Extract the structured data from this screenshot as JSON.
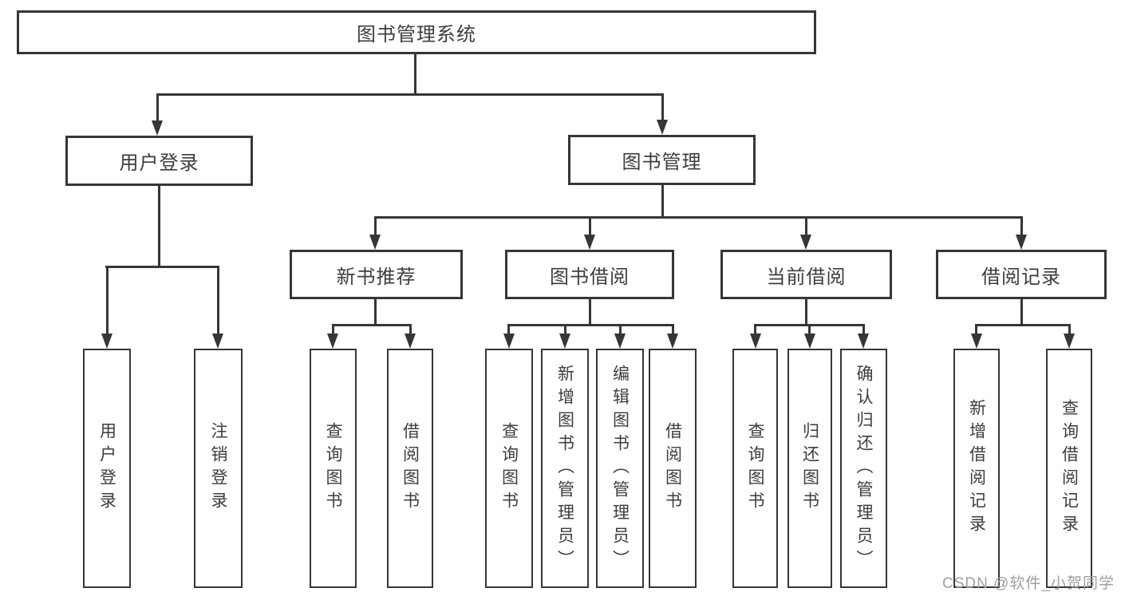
{
  "colors": {
    "line": "#363636",
    "text": "#3d3d3d",
    "background": "#ffffff",
    "watermark": "#9e9ea2"
  },
  "tree": {
    "root": {
      "label": "图书管理系统"
    },
    "branches": [
      {
        "label": "用户登录",
        "children": [
          {
            "label": "用户登录"
          },
          {
            "label": "注销登录"
          }
        ]
      },
      {
        "label": "图书管理",
        "groups": [
          {
            "label": "新书推荐",
            "children": [
              {
                "label": "查询图书"
              },
              {
                "label": "借阅图书"
              }
            ]
          },
          {
            "label": "图书借阅",
            "children": [
              {
                "label": "查询图书"
              },
              {
                "label": "新增图书（管理员）"
              },
              {
                "label": "编辑图书（管理员）"
              },
              {
                "label": "借阅图书"
              }
            ]
          },
          {
            "label": "当前借阅",
            "children": [
              {
                "label": "查询图书"
              },
              {
                "label": "归还图书"
              },
              {
                "label": "确认归还（管理员）"
              }
            ]
          },
          {
            "label": "借阅记录",
            "children": [
              {
                "label": "新增借阅记录"
              },
              {
                "label": "查询借阅记录"
              }
            ]
          }
        ]
      }
    ]
  },
  "watermark": {
    "text": "CSDN @软件_小贺同学"
  }
}
